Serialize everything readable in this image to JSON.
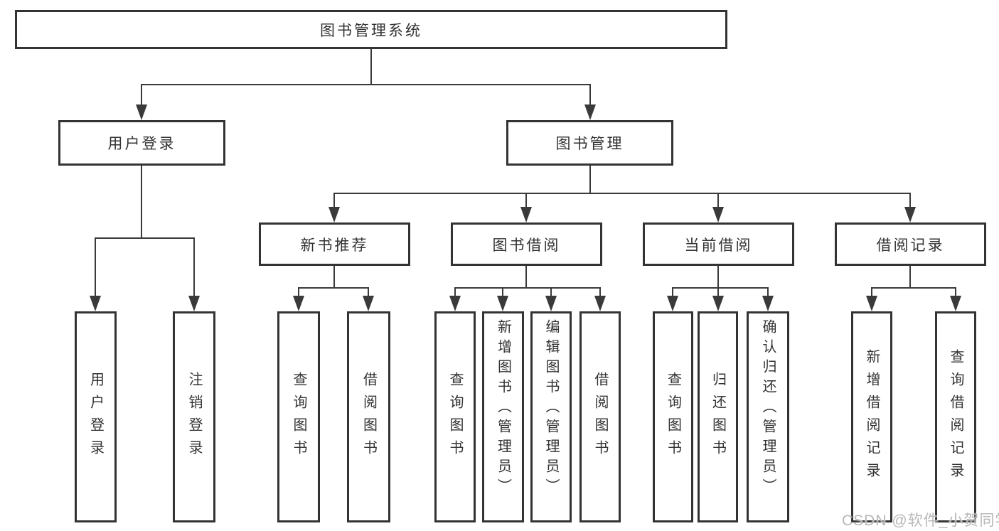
{
  "nodes": {
    "root": "图书管理系统",
    "level2": [
      "用户登录",
      "图书管理"
    ],
    "level3": [
      "新书推荐",
      "图书借阅",
      "当前借阅",
      "借阅记录"
    ],
    "leaves": [
      "用户登录",
      "注销登录",
      "查询图书",
      "借阅图书",
      "查询图书",
      "新增图书（管理员）",
      "编辑图书（管理员）",
      "借阅图书",
      "查询图书",
      "归还图书",
      "确认归还（管理员）",
      "新增借阅记录",
      "查询借阅记录"
    ]
  },
  "watermark": "CSDN @软件_小贺同学",
  "colors": {
    "line": "#3a3a3a",
    "border": "#333333",
    "text": "#333333",
    "watermark": "#b7b7b7",
    "background": "#ffffff"
  }
}
